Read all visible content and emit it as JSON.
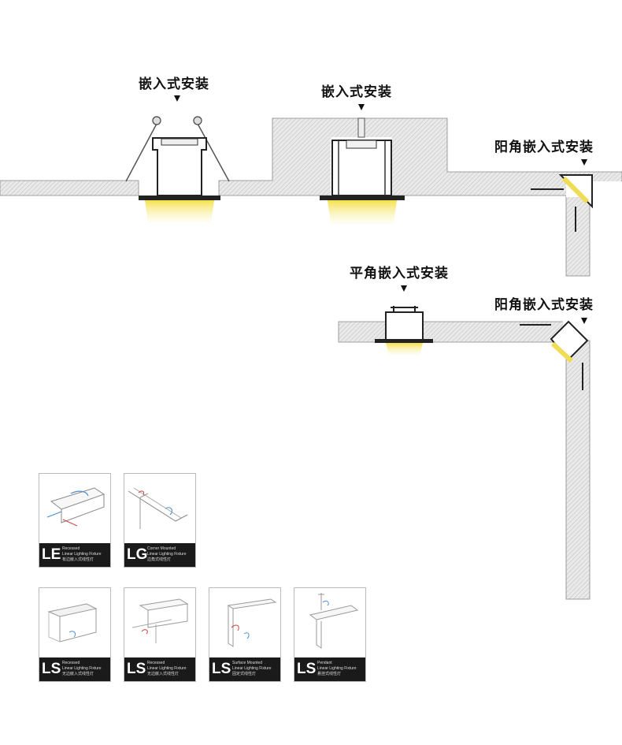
{
  "labels": {
    "recessed_1": "嵌入式安装",
    "recessed_2": "嵌入式安装",
    "outer_corner_1": "阳角嵌入式安装",
    "flat_corner": "平角嵌入式安装",
    "outer_corner_2": "阳角嵌入式安装"
  },
  "cards": [
    {
      "code": "LE",
      "line1": "Recessed",
      "line2": "Linear Lighting Fixture",
      "line3": "有边嵌入式线性灯"
    },
    {
      "code": "LG",
      "line1": "Corner Mounted",
      "line2": "Linear Lighting Fixture",
      "line3": "边角式线性灯"
    },
    {
      "code": "LS",
      "line1": "Recessed",
      "line2": "Linear Lighting Fixture",
      "line3": "无边嵌入式线性灯"
    },
    {
      "code": "LS",
      "line1": "Recessed",
      "line2": "Linear Lighting Fixture",
      "line3": "无边嵌入式线性灯"
    },
    {
      "code": "LS",
      "line1": "Surface Mounted",
      "line2": "Linear Lighting Fixture",
      "line3": "固定式线性灯"
    },
    {
      "code": "LS",
      "line1": "Pendant",
      "line2": "Linear Lighting Fixture",
      "line3": "悬挂式线性灯"
    }
  ],
  "colors": {
    "wall": "#e6e6e6",
    "hatch": "#b9b9b9",
    "light": "#f5e66a",
    "profile": "#2a2a2a"
  }
}
